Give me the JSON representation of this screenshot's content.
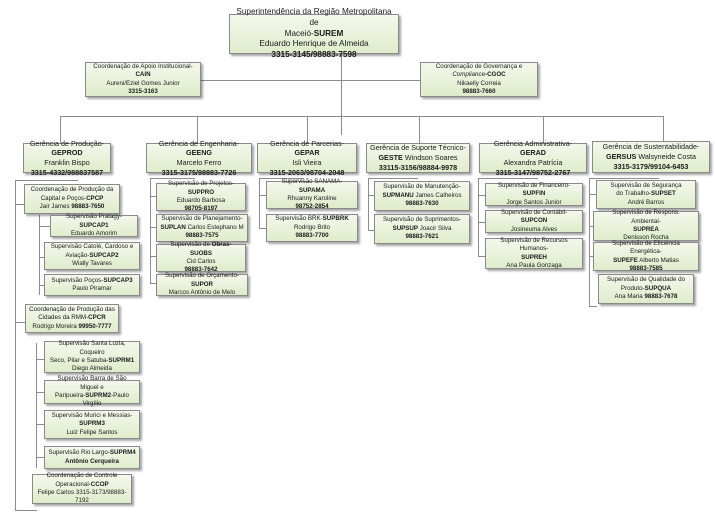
{
  "top": {
    "title_a": "Superintendência da Região Metropolitana de",
    "title_b": "Maceió-",
    "code": "SUREM",
    "person": "Eduardo Henrique de Almeida",
    "phone": "3315-3145/98883-7598"
  },
  "staff": [
    {
      "title": "Coordenação de Apoio Institucional-",
      "code": "CAIN",
      "person": "Aureni/Eziel Gomes Junior",
      "phone": "3315-3163"
    },
    {
      "title": "Coordenação de Governança e",
      "title_italic": "Compliance",
      "code": "-CGOC",
      "person": "Nikaelly Correia",
      "phone": "98883-7660"
    }
  ],
  "managers": [
    {
      "title": "Gerência de Produção-",
      "code": "GEPROD",
      "person": "Franklin Bispo",
      "phone": "3315-4332/988837587"
    },
    {
      "title": "Gerência de Engenharia-",
      "code": "GEENG",
      "person": "Marcelo Ferro",
      "phone": "3315-3175/98883-7726"
    },
    {
      "title": "Gerência de Parcerias-",
      "code": "GEPAR",
      "person": "Isli Vieira",
      "phone": "3315-2063/98704-2048"
    },
    {
      "title": "Gerência de Suporte Técnico-",
      "code": "GESTE",
      "person": "Windson Soares",
      "phone": "33115-3156/98884-9978"
    },
    {
      "title": "Gerência Administrativa-",
      "code": "GERAD",
      "person": "Alexandra Patrícia",
      "phone": "3315-3147/98752-2767"
    },
    {
      "title": "Gerência de Sustentabilidade-",
      "code": "GERSUS",
      "person": "Walsyneide Costa",
      "phone": "3315-3179/99104-6453"
    }
  ],
  "geprod": {
    "cpcp": {
      "title": "Coordenação de Produção da",
      "title2": "Capital e Poços-",
      "code": "CPCP",
      "person": "Jair James",
      "phone": "98883-7650"
    },
    "cpcp_children": [
      {
        "title": "Supervisão Pratagy-",
        "code": "SUPCAP1",
        "person": "Eduardo Amorim"
      },
      {
        "title": "Supervisão Catolé, Cardoso e",
        "title2": "Aviação-",
        "code": "SUPCAP2",
        "person": "Wially Tavares"
      },
      {
        "title": "Supervisão Poços-",
        "code": "SUPCAP3",
        "person": "Paulo Piramar"
      }
    ],
    "cpcr": {
      "title": "Coordenação de Produção das",
      "title2": "Cidades da RMM-",
      "code": "CPCR",
      "person": "Rodrigo Moreira",
      "phone": "99950-7777"
    },
    "cpcr_children": [
      {
        "title": "Supervisão Santa Luzia, Coqueiro",
        "title2": "Seco, Pilar e Satuba-",
        "code": "SUPRM1",
        "person": "Diego Almeida"
      },
      {
        "title": "Supervisão Barra de São Miguel e",
        "title2": "Paripueira-",
        "code": "SUPRM2",
        "suffix": "-Paulo Virgílio"
      },
      {
        "title": "Supervisão Murici e Messias-",
        "code": "SUPRM3",
        "person": "Luiz Felipe Santos"
      },
      {
        "title": "Supervisão Rio Largo-",
        "code": "SUPRM4",
        "person": "Antônio Cerqueira"
      }
    ],
    "ccop": {
      "title": "Coordenação de Controle",
      "title2": "Operacional-",
      "code": "CCOP",
      "person_phone": "Felipe Carlos 3315-3173/98883-7192"
    }
  },
  "geeng_children": [
    {
      "title": "Supervisão de Projetos-",
      "code": "SUPPRO",
      "person": "Eduardo Barbosa",
      "phone": "98705-8197"
    },
    {
      "title": "Supervisão de Planejamento-",
      "code": "SUPLAN",
      "person": "Carlos Estephano M",
      "phone": "98883-7575"
    },
    {
      "title_pre": "Supervisão de ",
      "title_bold": "Obras-SUOBS",
      "person": "Cid Carlos",
      "phone": "98883-7642"
    },
    {
      "title": "Supervisão de Orçamento-",
      "code": "SUPOR",
      "person": "Marcos Antônio de Melo"
    }
  ],
  "gepar_children": [
    {
      "title": "Supervisão SANAMA-",
      "code": "SUPAMA",
      "person": "Rhuanny Karoline",
      "phone": "98752-2854"
    },
    {
      "title": "Supervisão BRK-",
      "code": "SUPBRK",
      "person": "Rodrigo Brito",
      "phone": "98883-7700"
    }
  ],
  "geste_children": [
    {
      "title": "Supervisão de Manutenção-",
      "code": "SUPMANU",
      "person": "James Calheiros",
      "phone": "98883-7630"
    },
    {
      "title": "Supervisão de Suprimentos-",
      "code": "SUPSUP",
      "person": "Joacir Silva",
      "phone": "98883-7621"
    }
  ],
  "gerad_children": [
    {
      "title": "Supervisão de Financeiro-",
      "code": "SUPFIN",
      "person": "Jorge Santos Junior"
    },
    {
      "title": "Supervisão de Contábil-",
      "code": "SUPCON",
      "person": "Josineuma Alves"
    },
    {
      "title": "Supervisão de Recursos Humanos-",
      "code": "SUPREH",
      "person": "Ana Paula Gonzaga"
    }
  ],
  "gersus_children": [
    {
      "title": "Supervisão de Segurança",
      "title2": "do Trabalho-",
      "code": "SUPSET",
      "person": "André Barros"
    },
    {
      "title": "Supervisão de Respons. Ambiental-",
      "code": "SUPREA",
      "person": "Denisson Rocha"
    },
    {
      "title": "Supervisão de Eficiência Energética-",
      "code": "SUPEFE",
      "person": "Alberto Matias",
      "phone": "98883-7585"
    },
    {
      "title": "Supervisão de Qualidade do",
      "title2": "Produto-",
      "code": "SUPQUA",
      "person": "Ana Maria",
      "phone": "98883-7678"
    }
  ]
}
